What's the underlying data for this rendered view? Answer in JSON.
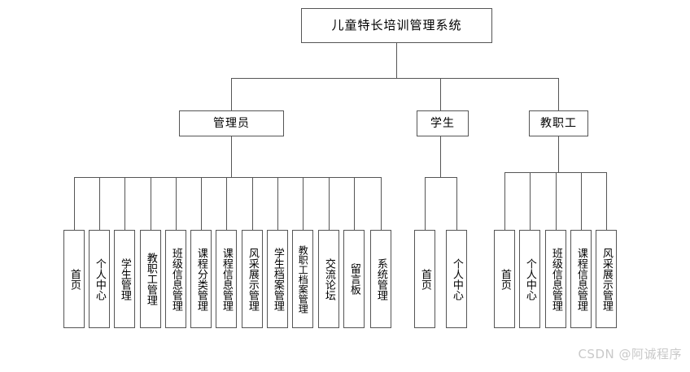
{
  "diagram": {
    "title": "儿童特长培训管理系统",
    "type": "organization-chart",
    "root": {
      "label": "儿童特长培训管理系统"
    },
    "roles": [
      {
        "key": "admin",
        "label": "管理员",
        "children": [
          {
            "label": "首页"
          },
          {
            "label": "个人中心"
          },
          {
            "label": "学生管理"
          },
          {
            "label": "教职工管理"
          },
          {
            "label": "班级信息管理"
          },
          {
            "label": "课程分类管理"
          },
          {
            "label": "课程信息管理"
          },
          {
            "label": "风采展示管理"
          },
          {
            "label": "学生档案管理"
          },
          {
            "label": "教职工档案管理"
          },
          {
            "label": "交流论坛"
          },
          {
            "label": "留言板"
          },
          {
            "label": "系统管理"
          }
        ]
      },
      {
        "key": "student",
        "label": "学生",
        "children": [
          {
            "label": "首页"
          },
          {
            "label": "个人中心"
          }
        ]
      },
      {
        "key": "staff",
        "label": "教职工",
        "children": [
          {
            "label": "首页"
          },
          {
            "label": "个人中心"
          },
          {
            "label": "班级信息管理"
          },
          {
            "label": "课程信息管理"
          },
          {
            "label": "风采展示管理"
          }
        ]
      }
    ]
  },
  "watermark": {
    "text": "CSDN @阿诚程序"
  },
  "colors": {
    "line": "#555555",
    "box_border": "#555555",
    "background": "#ffffff",
    "text": "#000000",
    "watermark": "#c9c9c9"
  }
}
